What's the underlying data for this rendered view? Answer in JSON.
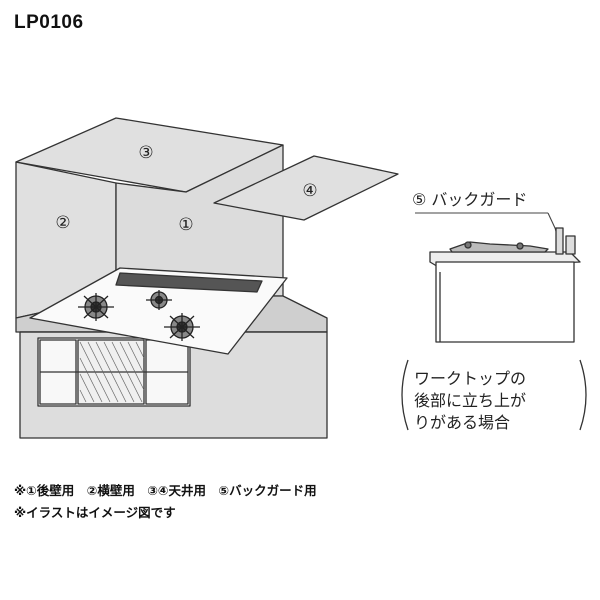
{
  "product_code": "LP0106",
  "panels": {
    "rear_wall": "①",
    "side_wall": "②",
    "ceiling_left": "③",
    "ceiling_right": "④"
  },
  "backguard": {
    "label": "⑤ バックガード",
    "note_lines": [
      "ワークトップの",
      "後部に立ち上が",
      "りがある場合"
    ]
  },
  "notes": [
    "※①後壁用　②横壁用　③④天井用　⑤バックガード用",
    "※イラストはイメージ図です"
  ]
}
